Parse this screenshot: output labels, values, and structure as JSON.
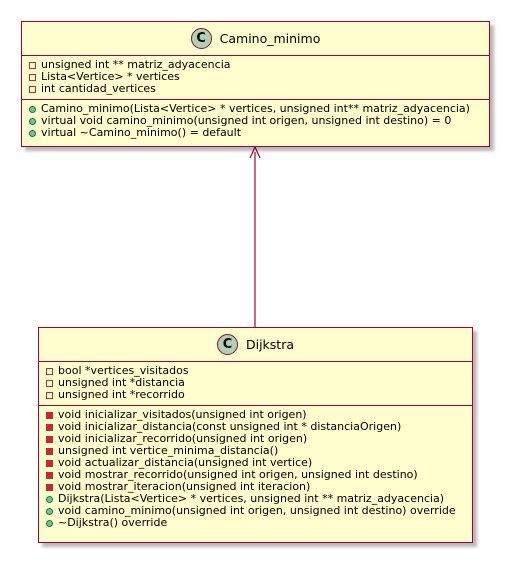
{
  "classes": [
    {
      "name": "Camino_minimo",
      "stereotype_letter": "C",
      "attributes": [
        {
          "visibility": "private",
          "text": "unsigned int ** matriz_adyacencia"
        },
        {
          "visibility": "private",
          "text": "Lista<Vertice> * vertices"
        },
        {
          "visibility": "private",
          "text": "int cantidad_vertices"
        }
      ],
      "methods": [
        {
          "visibility": "public",
          "text": "Camino_minimo(Lista<Vertice> * vertices, unsigned int** matriz_adyacencia)"
        },
        {
          "visibility": "public",
          "text": "virtual void camino_minimo(unsigned int origen, unsigned int destino) = 0"
        },
        {
          "visibility": "public",
          "text": "virtual ~Camino_minimo() = default"
        }
      ]
    },
    {
      "name": "Dijkstra",
      "stereotype_letter": "C",
      "attributes": [
        {
          "visibility": "private",
          "text": "bool *vertices_visitados"
        },
        {
          "visibility": "private",
          "text": "unsigned int *distancia"
        },
        {
          "visibility": "private",
          "text": "unsigned int *recorrido"
        }
      ],
      "methods": [
        {
          "visibility": "private",
          "text": "void inicializar_visitados(unsigned int origen)"
        },
        {
          "visibility": "private",
          "text": "void inicializar_distancia(const unsigned int * distanciaOrigen)"
        },
        {
          "visibility": "private",
          "text": "void inicializar_recorrido(unsigned int origen)"
        },
        {
          "visibility": "private",
          "text": "unsigned int vertice_minima_distancia()"
        },
        {
          "visibility": "private",
          "text": "void actualizar_distancia(unsigned int vertice)"
        },
        {
          "visibility": "private",
          "text": "void mostrar_recorrido(unsigned int origen, unsigned int destino)"
        },
        {
          "visibility": "private",
          "text": "void mostrar_iteracion(unsigned int iteracion)"
        },
        {
          "visibility": "public",
          "text": "Dijkstra(Lista<Vertice> * vertices, unsigned int ** matriz_adyacencia)"
        },
        {
          "visibility": "public",
          "text": "void camino_minimo(unsigned int origen, unsigned int destino) override"
        },
        {
          "visibility": "public",
          "text": "~Dijkstra() override"
        }
      ]
    }
  ],
  "relations": [
    {
      "type": "inheritance",
      "from": "Dijkstra",
      "to": "Camino_minimo"
    }
  ],
  "colors": {
    "class_fill": "#FEFECE",
    "border": "#A80036",
    "badge": "#ADD1B2",
    "private": "#C82930",
    "public": "#038048",
    "public_method_fill": "#84BE84"
  }
}
